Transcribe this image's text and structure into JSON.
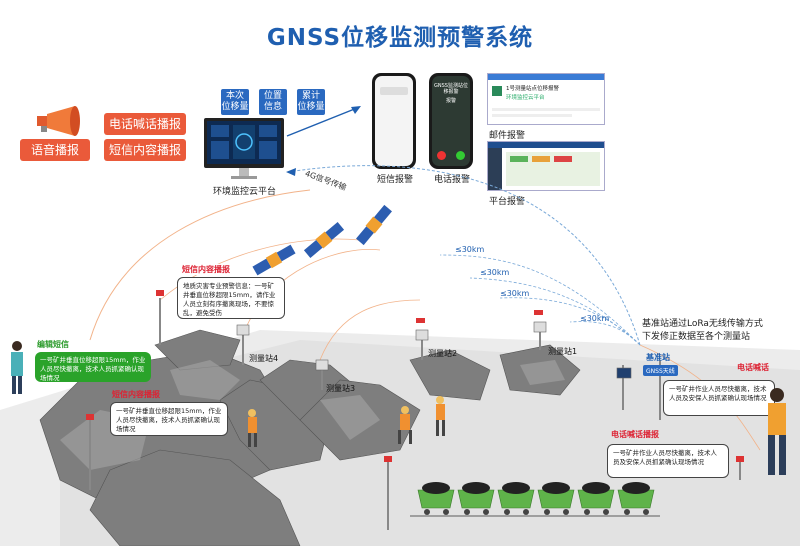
{
  "title": "GNSS位移监测预警系统",
  "platform": {
    "label": "环境监控云平台",
    "data_chips": [
      "本次\n位移量",
      "位置\n信息",
      "累计\n位移量"
    ],
    "link_label": "4G信号传输"
  },
  "broadcast": {
    "voice": "语音播报",
    "phone_call": "电话喊话播报",
    "sms": "短信内容播报"
  },
  "alarms": {
    "sms": "短信报警",
    "phone": "电话报警",
    "email": "邮件报警",
    "platform": "平台报警"
  },
  "phone_call_screen": {
    "caller": "GNSS监测站位移报警",
    "sub": "报警"
  },
  "sms_screen": {
    "header": "1号测量站点位移报警",
    "sub": "环境监控云平台"
  },
  "distances": [
    "≤30km",
    "≤30km",
    "≤30km",
    "≤30km"
  ],
  "stations": [
    "测量站4",
    "测量站3",
    "测量站2",
    "测量站1"
  ],
  "base_station": {
    "label": "基准站",
    "chip": "GNSS天线",
    "lora_text": "基准站通过LoRa无线传输方式\n下发修正数据至各个测量站"
  },
  "callouts": {
    "sms_top": {
      "tag": "短信内容播报",
      "text": "地质灾害专业预警信息：一号矿井垂直位移超限15mm，请作业人员立刻有序撤离现场，不要惊乱，避免受伤"
    },
    "edit_sms": {
      "tag": "编辑短信",
      "text": "一号矿井垂直位移超限15mm，作业人员尽快撤离，技术人员抓紧确认现场情况"
    },
    "sms_bottom": {
      "tag": "短信内容播报",
      "text": "一号矿井垂直位移超限15mm，作业人员尽快撤离，技术人员抓紧确认现场情况"
    },
    "phone_bottom": {
      "tag": "电话喊话播报",
      "text": "一号矿井作业人员尽快撤离，技术人员及安保人员抓紧确认现场情况"
    },
    "phone_right": {
      "tag": "电话喊话",
      "text": "一号矿井作业人员尽快撤离，技术人员及安保人员抓紧确认现场情况"
    }
  },
  "colors": {
    "title_blue": "#1f5fb0",
    "alert_red": "#ea5a3a",
    "chip_blue": "#2a69c0",
    "rock_gray": "#8a8a8a",
    "ground": "#e9e9e9",
    "cart_green": "#5fb34a"
  }
}
